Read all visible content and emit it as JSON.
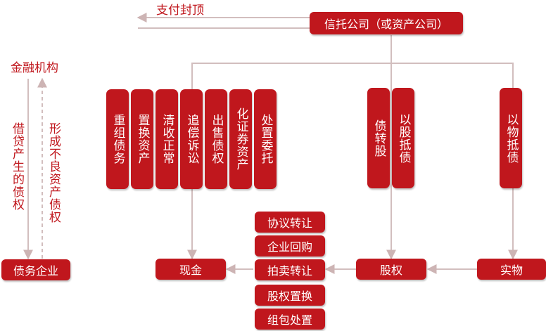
{
  "top": {
    "pay_label": "支付封顶",
    "trust_company": "信托公司（或资产公司）"
  },
  "left": {
    "financial_institution": "金融机构",
    "debt_generated": "借贷产生的债权",
    "bad_debt_formed": "形成不良资产债权",
    "debtor_enterprise": "债务企业"
  },
  "methods": [
    {
      "lines": [
        "债务",
        "重组"
      ]
    },
    {
      "lines": [
        "资产",
        "置换"
      ]
    },
    {
      "lines": [
        "正常",
        "清收"
      ]
    },
    {
      "lines": [
        "诉讼",
        "追偿"
      ]
    },
    {
      "lines": [
        "债权",
        "出售"
      ]
    },
    {
      "lines": [
        "资产",
        "证券",
        "化"
      ]
    },
    {
      "lines": [
        "委托",
        "处置"
      ]
    }
  ],
  "equity_methods": [
    {
      "text": "债转股"
    },
    {
      "text": "以股抵债"
    }
  ],
  "asset_method": {
    "text": "以物抵债"
  },
  "bottom": {
    "cash": "现金",
    "equity": "股权",
    "physical": "实物",
    "disposal_options": [
      "协议转让",
      "企业回购",
      "拍卖转让",
      "股权置换",
      "组包处置"
    ]
  },
  "colors": {
    "accent": "#c0171d",
    "line": "#d6c4c4",
    "bg": "#ffffff"
  }
}
